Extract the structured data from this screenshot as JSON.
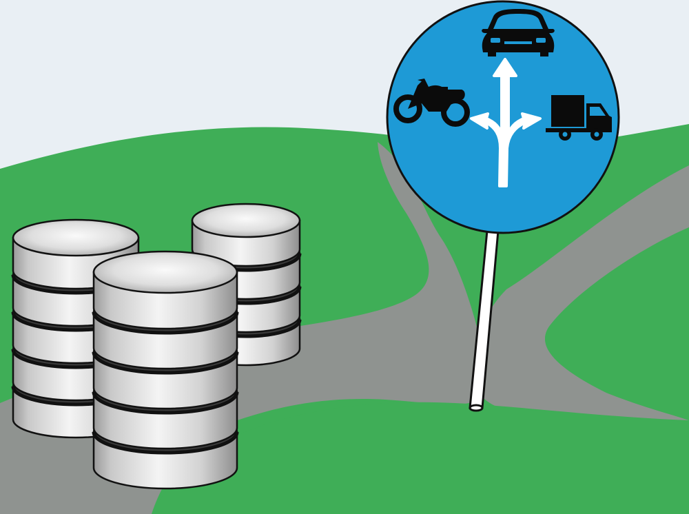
{
  "scene": {
    "colors": {
      "sky": "#e9eff4",
      "grass": "#3fae57",
      "road": "#8f9390",
      "road_edge": "#7d817f",
      "sign_face": "#1e9ad6",
      "sign_symbol": "#0b0b0b",
      "arrow": "#ffffff",
      "pole": "#ffffff",
      "outline": "#111111"
    },
    "elements": {
      "sign_symbols": [
        "car-icon",
        "motorcycle-icon",
        "truck-icon",
        "branching-arrow-icon"
      ],
      "database_stacks": 3,
      "stack_disks": [
        5,
        5,
        4
      ]
    }
  }
}
